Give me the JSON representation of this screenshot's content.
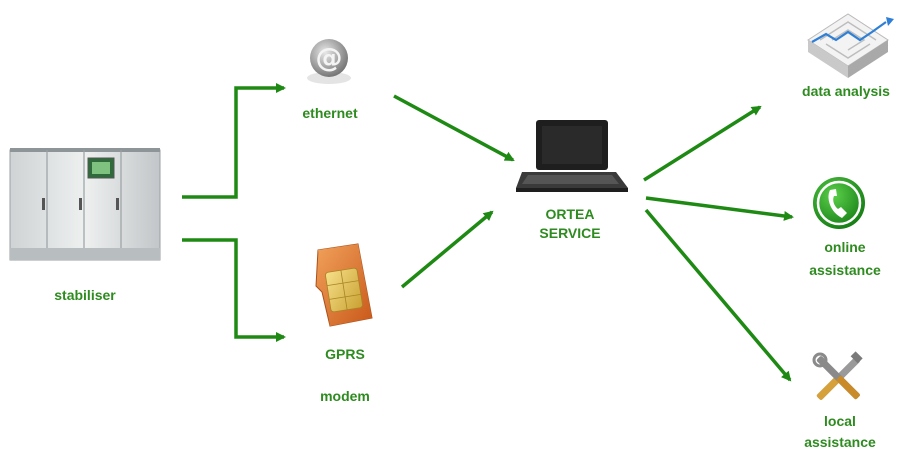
{
  "colors": {
    "arrow": "#1e8a14",
    "label": "#2e8b1f"
  },
  "nodes": {
    "stabiliser": {
      "label": "stabiliser",
      "icon": "stabiliser-cabinet-icon"
    },
    "ethernet": {
      "label": "ethernet",
      "icon": "at-sign-icon"
    },
    "gprs": {
      "label_line1": "GPRS",
      "label_line2": "modem",
      "icon": "sim-card-icon"
    },
    "ortea": {
      "label_line1": "ORTEA",
      "label_line2": "SERVICE",
      "icon": "laptop-icon"
    },
    "data_analysis": {
      "label": "data analysis",
      "icon": "maze-icon"
    },
    "online_assistance": {
      "label_line1": "online",
      "label_line2": "assistance",
      "icon": "phone-icon"
    },
    "local_assistance": {
      "label_line1": "local",
      "label_line2": "assistance",
      "icon": "tools-icon"
    }
  }
}
